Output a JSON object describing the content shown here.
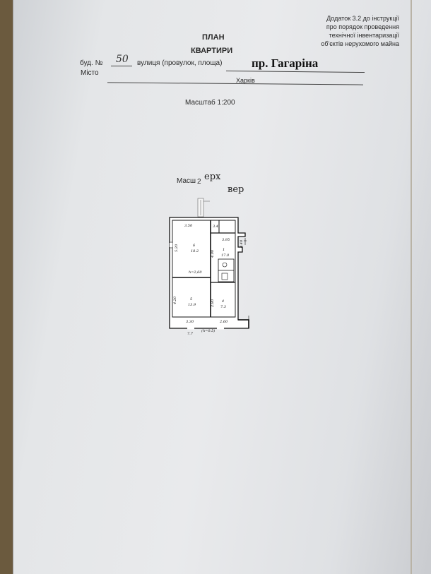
{
  "appendix_note": [
    "Додаток 3.2 до інструкції",
    "про порядок проведення",
    "технічної інвентаризації",
    "об'єктів нерухомого майна"
  ],
  "title": [
    "ПЛАН",
    "КВАРТИРИ"
  ],
  "fields": {
    "house_label": "буд. №",
    "house_value": "50",
    "street_label": "вулиця (провулок, площа)",
    "street_value": "пр. Гагаріна",
    "city_label": "Місто",
    "city_value": "Харків"
  },
  "scale": "Масштаб 1:200",
  "floor_label": {
    "prefix": "Масш",
    "overlay": "2",
    "stamp_1": "ерх",
    "stamp_2": "вер"
  },
  "plan": {
    "rooms": [
      {
        "number": "6",
        "area": "18.2"
      },
      {
        "number": "1",
        "area": "17.0"
      },
      {
        "number": "5",
        "area": "13.9"
      },
      {
        "number": "4",
        "area": "7.3"
      }
    ],
    "dimensions": [
      "3.50",
      "3.4",
      "3.95",
      "5.20",
      "4.00",
      "4.40",
      "h=2,60",
      "4.20",
      "2.80",
      "3.30",
      "2.60",
      "7.7",
      "(h=0.5)"
    ]
  }
}
